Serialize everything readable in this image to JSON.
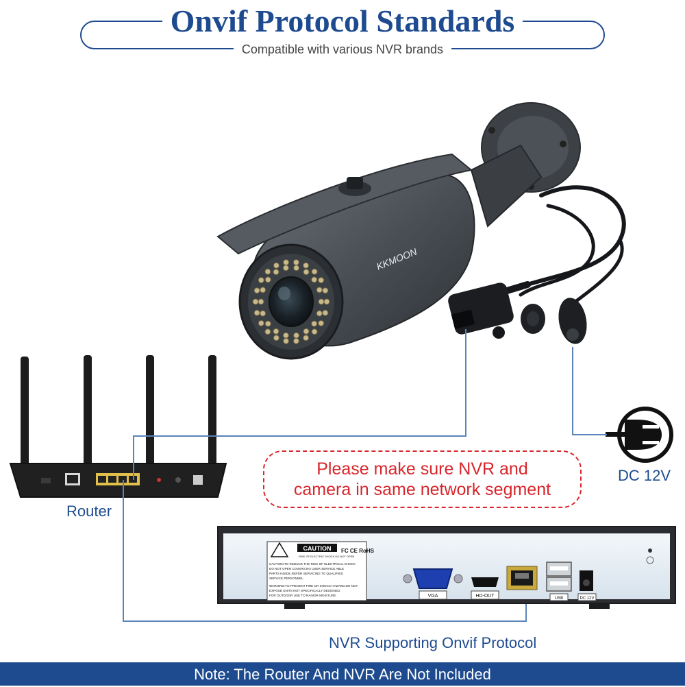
{
  "header": {
    "title": "Onvif Protocol Standards",
    "subtitle": "Compatible with various NVR brands"
  },
  "labels": {
    "router": "Router",
    "power": "DC 12V",
    "nvr": "NVR Supporting Onvif Protocol"
  },
  "notice": {
    "text": "Please make sure NVR and\ncamera in same network segment"
  },
  "camera": {
    "brand": "KKMOON"
  },
  "nvr_panel": {
    "caution_title": "CAUTION",
    "caution_sub": "RISK OF ELECTRIC SHOCK DO NOT OPEN",
    "caution_text_1": "CAUTION:TO REDUCE THE RISK OF ELECTRICAL SHOCK",
    "caution_text_2": "DO NOT OPEN COVERS.NO USER SERVICE ABLE",
    "caution_text_3": "PARTS INSIDE.REFER SERVICING TO QUALIFIED",
    "caution_text_4": "SERVICE PERSONNEL.",
    "warning_text_1": "WARNING:TO PREVENT FIRE OR SHOCK HAZARD.DO NOT",
    "warning_text_2": "EXPOSE UNITS NOT SPECIFICALLY DESIGNED",
    "warning_text_3": "FOR OUTDOOR USE TO RAINOR MOISTURE.",
    "cert_marks": "FC CE RoHS",
    "port_vga": "VGA",
    "port_hdout": "HD-OUT",
    "port_usb": "USB",
    "port_dc": "DC 12V"
  },
  "footer": {
    "note": "Note: The Router And NVR Are Not Included"
  },
  "colors": {
    "brand_blue": "#1e4b8f",
    "line_blue": "#5a84b8",
    "alert_red": "#d8262c"
  }
}
